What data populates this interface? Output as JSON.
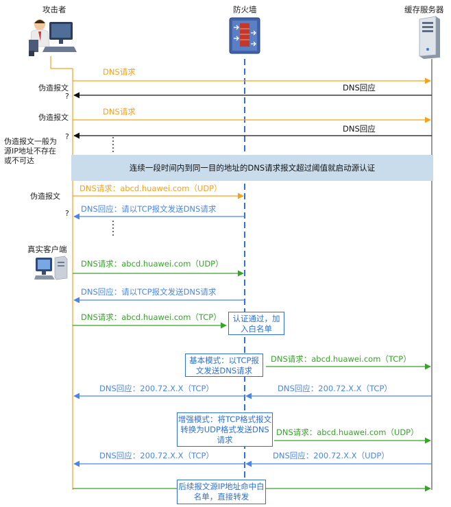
{
  "actors": {
    "attacker": "攻击者",
    "firewall": "防火墙",
    "server": "缓存服务器",
    "client": "真实客户端"
  },
  "colors": {
    "orange": "#f5a21b",
    "black": "#111111",
    "blue": "#4a86e8",
    "green": "#38a22a",
    "firewall_line": "#2f6fd6",
    "banner": "#c9dcec"
  },
  "labels": {
    "forged1": "伪造报文",
    "forged2": "伪造报文",
    "forged3": "伪造报文",
    "q1": "?",
    "q2": "?",
    "q3": "?",
    "forged_note": "伪造报文一般为源IP地址不存在或不可达"
  },
  "banner": "连续一段时间内到同一目的地址的DNS请求报文超过阈值就启动源认证",
  "messages": {
    "m1": "DNS请求",
    "m2": "DNS回应",
    "m3": "DNS请求",
    "m4": "DNS回应",
    "m5": "DNS请求：abcd.huawei.com（UDP）",
    "m6": "DNS回应：请以TCP报文发送DNS请求",
    "m7": "DNS请求：abcd.huawei.com（UDP）",
    "m8": "DNS回应：请以TCP报文发送DNS请求",
    "m9": "DNS请求：abcd.huawei.com（TCP）",
    "m10": "DNS请求：abcd.huawei.com（TCP）",
    "m11": "DNS回应：200.72.X.X（TCP）",
    "m12": "DNS回应：200.72.X.X（TCP）",
    "m13": "DNS请求：abcd.huawei.com（UDP）",
    "m14": "DNS回应：200.72.X.X（TCP）",
    "m15": "DNS回应：200.72.X.X（UDP）"
  },
  "notes": {
    "auth_pass": "认证通过，加入白名单",
    "basic_mode": "基本模式：以TCP报文发送DNS请求",
    "enhanced_mode": "增强模式：将TCP格式报文转换为UDP格式发送DNS请求",
    "followup": "后续报文源IP地址命中白名单，直接转发"
  }
}
